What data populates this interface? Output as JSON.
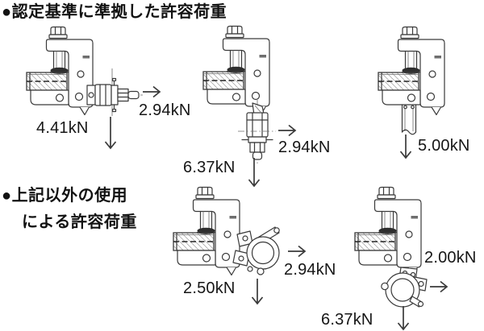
{
  "colors": {
    "background": "#ffffff",
    "line_art": "#3a3a3a",
    "text": "#161616"
  },
  "sections": {
    "certified": {
      "heading": "●認定基準に準拠した許容荷重"
    },
    "other_use": {
      "heading_line1": "●上記以外の使用",
      "heading_line2": "による許容荷重"
    }
  },
  "figures": {
    "fig1": "beam-clamp-with-side-swivel-bolt",
    "fig2": "beam-clamp-with-bottom-swivel-bolt",
    "fig3": "beam-clamp-with-hanging-rod",
    "fig4": "beam-clamp-with-side-pipe-coupler",
    "fig5": "beam-clamp-with-bottom-pipe-coupler"
  },
  "loads": {
    "fig1_down": "4.41kN",
    "fig1_right": "2.94kN",
    "fig2_down": "6.37kN",
    "fig2_right": "2.94kN",
    "fig3_down": "5.00kN",
    "fig4_down": "2.50kN",
    "fig4_right": "2.94kN",
    "fig5_down": "6.37kN",
    "fig5_right": "2.00kN"
  }
}
